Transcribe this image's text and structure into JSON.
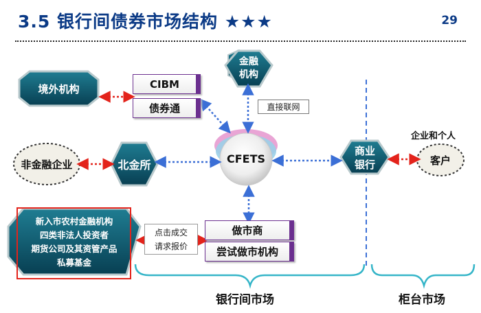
{
  "header": {
    "title": "3.5 银行间债券市场结构 ★★★",
    "page_number": "29"
  },
  "nodes": {
    "offshore": "境外机构",
    "financial_institution": [
      "金融",
      "机构"
    ],
    "non_financial": "非金融企业",
    "beijing_exchange": "北金所",
    "cfets": "CFETS",
    "commercial_bank": [
      "商业",
      "银行"
    ],
    "customer": "客户",
    "new_entrants": [
      "新入市农村金融机构",
      "四类非法人投资者",
      "期货公司及其资管产品",
      "私募基金"
    ]
  },
  "boxes": {
    "cibm": "CIBM",
    "bond_connect": "债券通",
    "market_maker": "做市商",
    "trial_market_maker": "尝试做市机构"
  },
  "labels": {
    "direct_network": "直接联网",
    "click_trade": "点击成交",
    "request_quote": "请求报价",
    "enterprise_individual": "企业和个人",
    "interbank_market": "银行间市场",
    "counter_market": "柜台市场"
  },
  "colors": {
    "title": "#0b3a86",
    "node_fill": "#0f5a6d",
    "arrow_blue": "#3b6fd6",
    "arrow_red": "#e3231b",
    "box_border": "#6b2f8f",
    "bracket": "#35b5c8"
  }
}
